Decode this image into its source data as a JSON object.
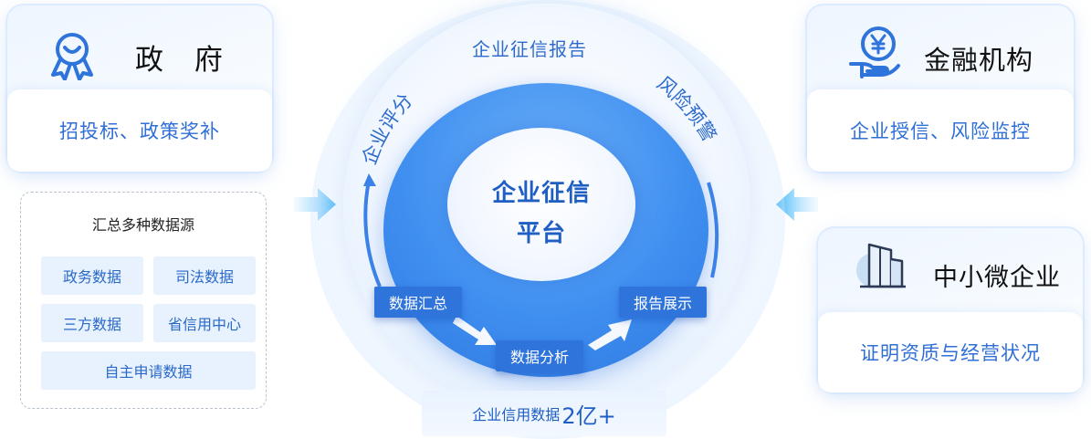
{
  "government": {
    "title": "政 府",
    "subtitle": "招投标、政策奖补",
    "icon": "medal-icon"
  },
  "sources": {
    "heading": "汇总多种数据源",
    "items": [
      "政务数据",
      "司法数据",
      "三方数据",
      "省信用中心",
      "自主申请数据"
    ]
  },
  "financial": {
    "title": "金融机构",
    "subtitle": "企业授信、风险监控",
    "icon": "yen-hand-icon"
  },
  "sme": {
    "title": "中小微企业",
    "subtitle": "证明资质与经营状况",
    "icon": "building-icon"
  },
  "platform": {
    "line1": "企业征信",
    "line2": "平台",
    "top_label": "企业征信报告",
    "left_label": "企业评分",
    "right_label": "风险预警",
    "steps": [
      "数据汇总",
      "数据分析",
      "报告展示"
    ]
  },
  "stat": {
    "text": "企业信用数据",
    "number": "2亿+"
  },
  "colors": {
    "primary": "#2f74db",
    "accent": "#3f8ff0",
    "text_blue": "#2e6bcc"
  }
}
